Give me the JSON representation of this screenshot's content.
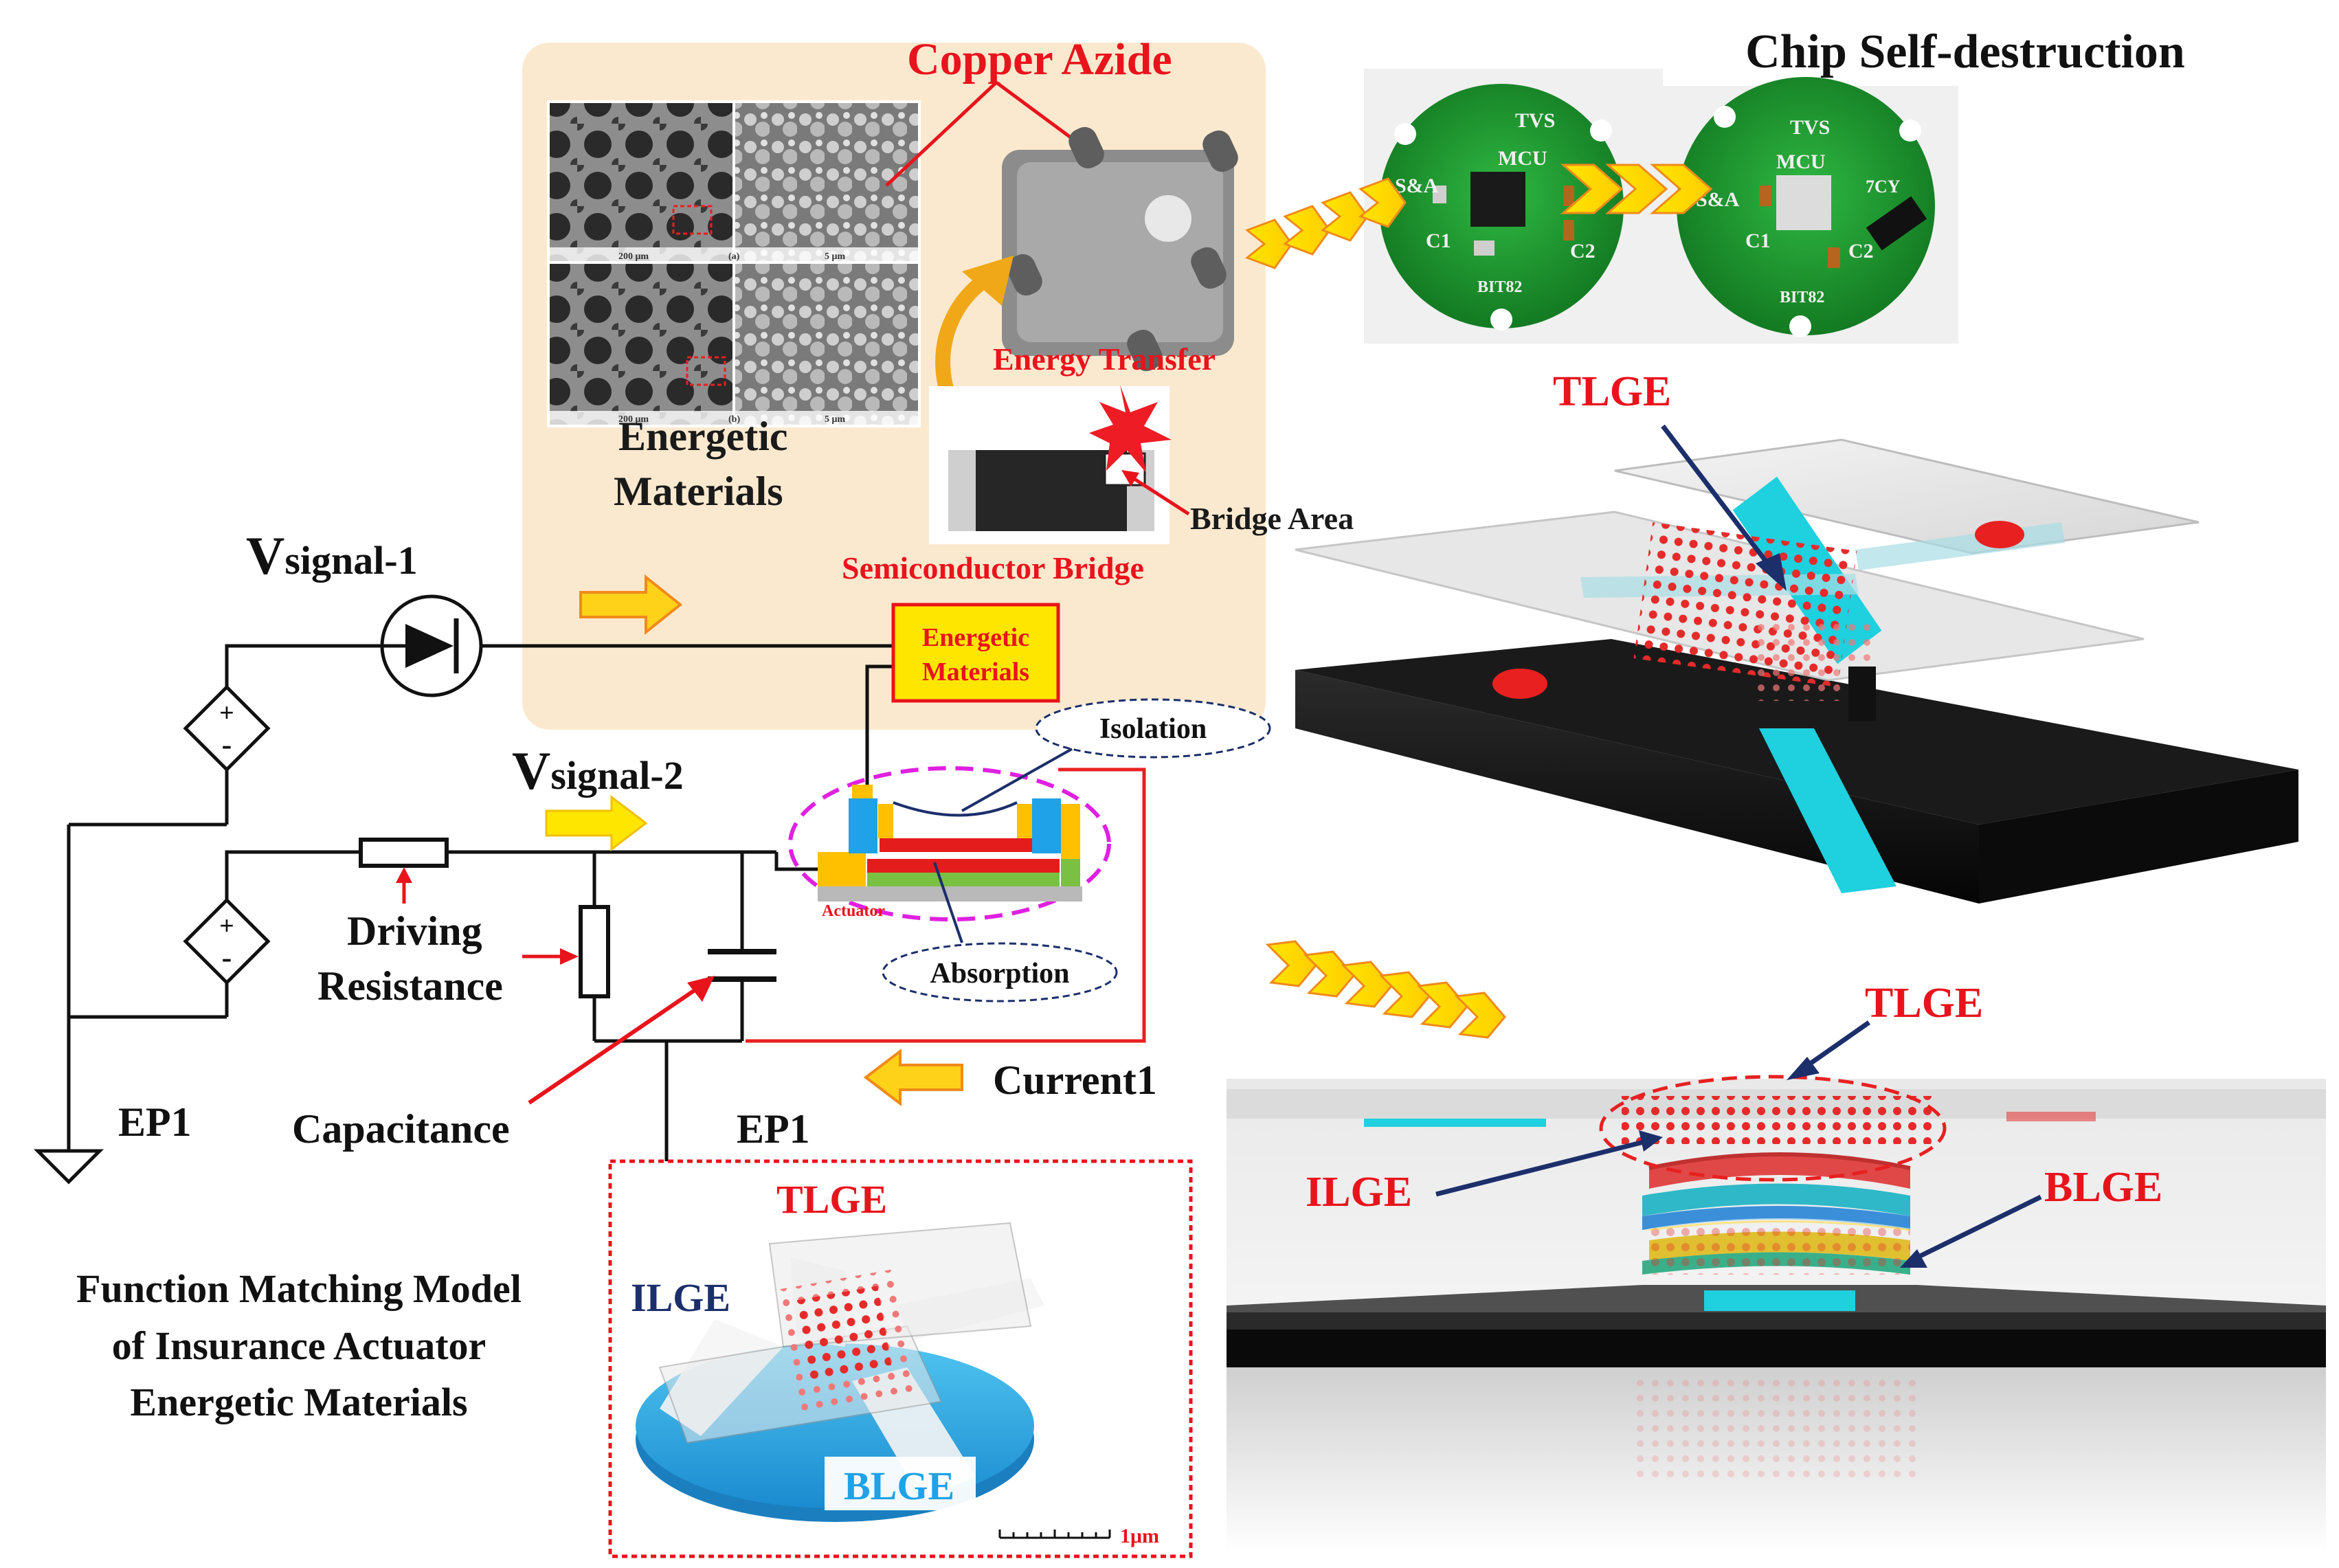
{
  "labels": {
    "copper_azide": "Copper Azide",
    "chip_self_destruction": "Chip Self-destruction",
    "energy_transfer": "Energy Transfer",
    "energetic_materials_l1": "Energetic",
    "energetic_materials_l2": "Materials",
    "bridge_area": "Bridge Area",
    "semiconductor_bridge": "Semiconductor Bridge",
    "vsignal1_main": "V",
    "vsignal1_sub": "signal-1",
    "vsignal2_main": "V",
    "vsignal2_sub": "signal-2",
    "box_energetic_l1": "Energetic",
    "box_energetic_l2": "Materials",
    "isolation": "Isolation",
    "absorption": "Absorption",
    "actuator": "Actuator",
    "driving_l1": "Driving",
    "driving_l2": "Resistance",
    "capacitance": "Capacitance",
    "current1": "Current1",
    "ep1_left": "EP1",
    "ep1_mid": "EP1",
    "model_l1": "Function Matching Model",
    "model_l2": "of Insurance Actuator",
    "model_l3": "Energetic Materials",
    "tlge_right_top": "TLGE",
    "tlge_right_mid": "TLGE",
    "ilge_right": "ILGE",
    "blge_right": "BLGE",
    "tlge_inset": "TLGE",
    "ilge_inset": "ILGE",
    "blge_inset": "BLGE",
    "scale": "1μm",
    "sem_a": "(a)",
    "sem_b": "(b)",
    "sem_scale_1": "200 μm",
    "sem_scale_2": "5 μm",
    "sem_scale_3": "200 μm",
    "sem_scale_4": "5 μm",
    "pcb1": {
      "tvs": "TVS",
      "mcu": "MCU",
      "sba": "S&A",
      "c1": "C1",
      "c2": "C2",
      "bit": "BIT82"
    },
    "pcb2": {
      "tvs": "TVS",
      "mcu": "MCU",
      "sba": "S&A",
      "c1": "C1",
      "c2": "C2",
      "bit": "BIT82",
      "extra": "7CY"
    }
  },
  "colors": {
    "red_label": "#e8141c",
    "panel_bg": "#fbe9cf",
    "arrow_yellow": "#ffe600",
    "arrow_orange": "#f5a623",
    "pcb_green": "#1f9a32",
    "cyan": "#1fd0de",
    "navy": "#1c2f6b",
    "wire_red": "#e82020"
  }
}
